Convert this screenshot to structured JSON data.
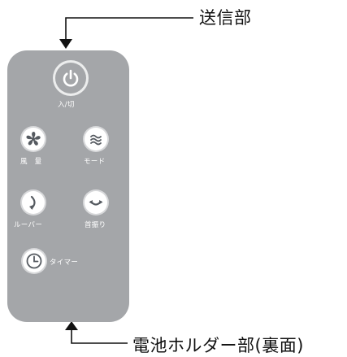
{
  "callouts": {
    "transmitter": "送信部",
    "battery_holder": "電池ホルダー部(裏面)"
  },
  "buttons": {
    "power": "入/切",
    "fan_speed": "風　量",
    "mode": "モード",
    "louver": "ルーバー",
    "oscillation": "首振り",
    "timer": "タイマー"
  },
  "colors": {
    "remote_body": "#a4a6a9",
    "button_icon": "#555a60",
    "power_button_fill": "#a4a6a9"
  },
  "icons": [
    "power-icon",
    "fan-icon",
    "wave-icon",
    "louver-icon",
    "oscillation-icon",
    "clock-icon"
  ]
}
